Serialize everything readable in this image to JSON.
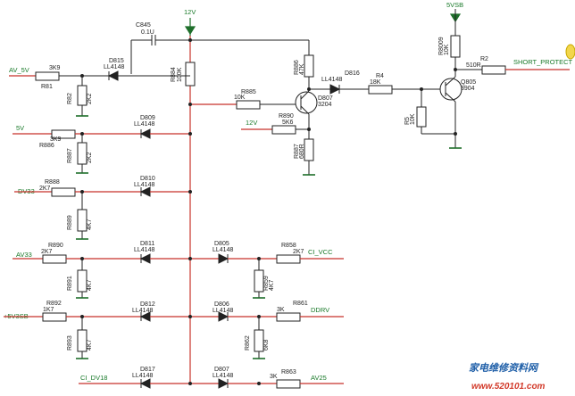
{
  "nets": {
    "rail_12v": "12V",
    "rail_5vsb": "5VSB",
    "av_5v": "AV_5V",
    "v5": "5V",
    "dv33": "DV33",
    "av33": "AV33",
    "v5vsb_in": "+5V3SB",
    "ci_dv18": "CI_DV18",
    "ci_vcc": "CI_VCC",
    "ddrv": "DDRV",
    "av25": "AV25",
    "short_protect": "SHORT_PROTECT",
    "v12_base": "12V"
  },
  "components": {
    "c845": {
      "ref": "C845",
      "val": "0.1U"
    },
    "d815": {
      "ref": "D815",
      "val": "LL4148"
    },
    "r81": {
      "ref": "R81",
      "val": "3K9"
    },
    "r82": {
      "ref": "R82",
      "val": "2K2"
    },
    "r884": {
      "ref": "R884",
      "val": "100K"
    },
    "r885": {
      "ref": "R885",
      "val": "10K"
    },
    "r886": {
      "ref": "R886",
      "val": "47K"
    },
    "d807": {
      "ref": "D807",
      "val": "3204"
    },
    "d816": {
      "ref": "D816",
      "val": "LL4148"
    },
    "r4": {
      "ref": "R4",
      "val": "18K"
    },
    "r886b": {
      "ref": "R886",
      "val": "3K9"
    },
    "r887": {
      "ref": "R887",
      "val": "2K2"
    },
    "d809": {
      "ref": "D809",
      "val": "LL4148"
    },
    "r890": {
      "ref": "R890",
      "val": "5K6"
    },
    "r887b": {
      "ref": "R887",
      "val": "680R"
    },
    "r888": {
      "ref": "R888",
      "val": "2K7"
    },
    "d810": {
      "ref": "D810",
      "val": "LL4148"
    },
    "r889": {
      "ref": "R889",
      "val": "4K7"
    },
    "r890b": {
      "ref": "R890",
      "val": "2K7"
    },
    "d811": {
      "ref": "D811",
      "val": "LL4148"
    },
    "r891": {
      "ref": "R891",
      "val": "4K7"
    },
    "d805": {
      "ref": "D805",
      "val": "LL4148"
    },
    "r858": {
      "ref": "R858",
      "val": "2K7"
    },
    "r859": {
      "ref": "R859",
      "val": "4K7"
    },
    "r892": {
      "ref": "R892",
      "val": "1K7"
    },
    "d812": {
      "ref": "D812",
      "val": "LL4148"
    },
    "r893": {
      "ref": "R893",
      "val": "4K7"
    },
    "d806": {
      "ref": "D806",
      "val": "LL4148"
    },
    "r861": {
      "ref": "R861",
      "val": "3K"
    },
    "r862": {
      "ref": "R862",
      "val": "6K8"
    },
    "d817": {
      "ref": "D817",
      "val": "LL4148"
    },
    "d807b": {
      "ref": "D807",
      "val": "LL4148"
    },
    "r863": {
      "ref": "R863",
      "val": "3K"
    },
    "r8009": {
      "ref": "R8009",
      "val": "10K"
    },
    "r2": {
      "ref": "R2",
      "val": "510R"
    },
    "q805": {
      "ref": "Q805",
      "val": "3904"
    },
    "r5": {
      "ref": "R5",
      "val": "10K"
    }
  },
  "watermark": {
    "cn": "家电维修资料网",
    "url": "www.520101.com"
  }
}
